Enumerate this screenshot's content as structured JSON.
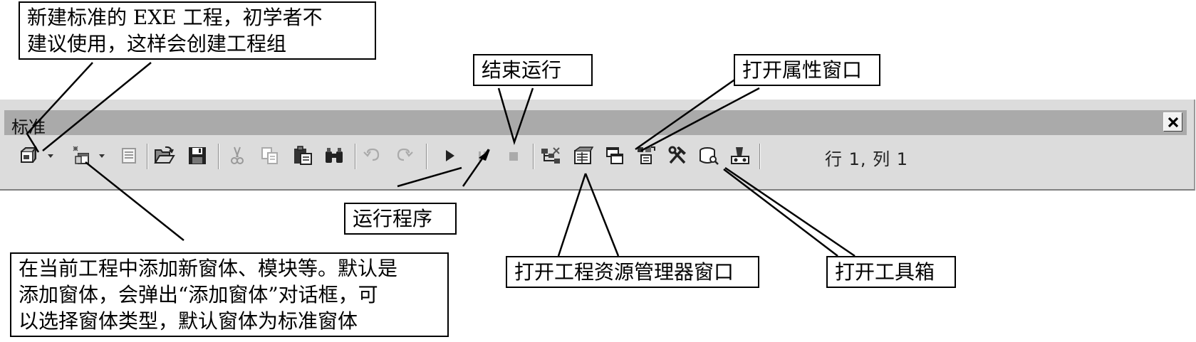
{
  "toolbar": {
    "title": "标准",
    "status": "行 1, 列 1",
    "buttons": {
      "new_exe": "add-standard-exe-project",
      "add_form": "add-form",
      "menu_editor": "menu-editor",
      "open_project": "open-project",
      "save_project": "save-project",
      "cut": "cut",
      "copy": "copy",
      "paste": "paste",
      "find": "find",
      "undo": "undo",
      "redo": "redo",
      "start": "start",
      "break": "break",
      "end": "end",
      "project_explorer": "project-explorer",
      "properties_window": "properties-window",
      "form_layout": "form-layout-window",
      "object_browser": "object-browser",
      "toolbox": "toolbox",
      "data_view": "data-view-window",
      "component_manager": "visual-component-manager"
    }
  },
  "callouts": {
    "new_exe": [
      "新建标准的 EXE 工程，初学者不",
      "建议使用，这样会创建工程组"
    ],
    "add_form": [
      "在当前工程中添加新窗体、模块等。默认是",
      "添加窗体，会弹出“添加窗体”对话框，可",
      "以选择窗体类型，默认窗体为标准窗体"
    ],
    "end_run": "结束运行",
    "run": "运行程序",
    "properties": "打开属性窗口",
    "project_explorer": "打开工程资源管理器窗口",
    "toolbox": "打开工具箱"
  }
}
